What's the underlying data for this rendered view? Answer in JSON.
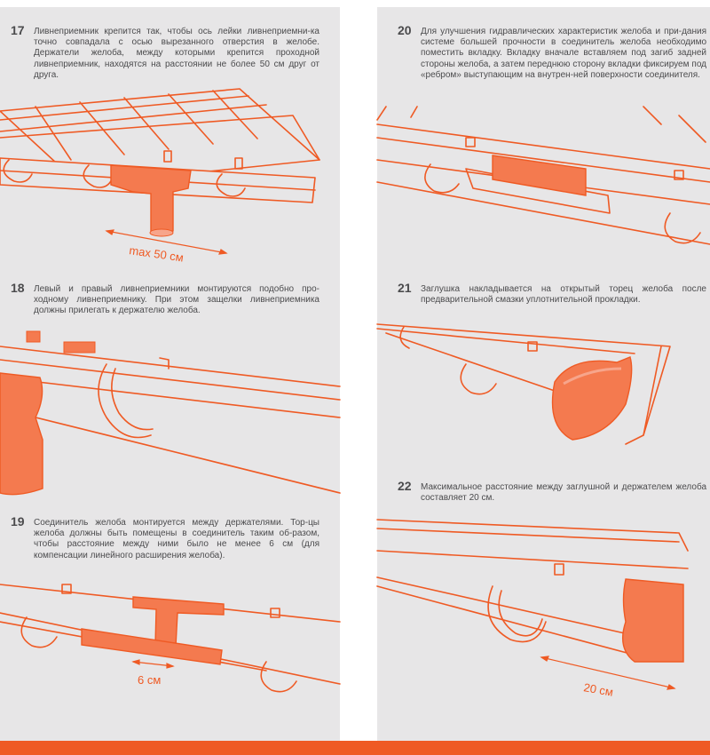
{
  "colors": {
    "accent": "#ef5a24",
    "panel_bg": "#e7e6e7",
    "text": "#4b4b4d",
    "fill_light": "#f7a58b"
  },
  "steps": [
    {
      "num": "17",
      "text": "Ливнеприемник крепится так, чтобы ось лейки ливнеприемни-ка точно совпадала с осью вырезанного отверстия в желобе. Держатели желоба, между которыми крепится проходной ливнеприемник, находятся на расстоянии не более 50 см друг от друга."
    },
    {
      "num": "18",
      "text": "Левый и правый ливнеприемники монтируются подобно про-ходному ливнеприемнику. При этом защелки ливнеприемника должны прилегать к держателю желоба."
    },
    {
      "num": "19",
      "text": "Соединитель желоба монтируется между держателями. Тор-цы желоба должны быть помещены в соединитель таким об-разом, чтобы расстояние между ними было не менее 6 см (для компенсации линейного расширения желоба)."
    },
    {
      "num": "20",
      "text": "Для улучшения гидравлических характеристик желоба и при-дания системе большей прочности в соединитель желоба необходимо поместить вкладку. Вкладку вначале вставляем под загиб задней стороны желоба, а затем переднюю сторону вкладки фиксируем под «ребром» выступающим на внутрен-ней поверхности соединителя."
    },
    {
      "num": "21",
      "text": "Заглушка накладывается на открытый торец желоба после предварительной смазки уплотнительной прокладки."
    },
    {
      "num": "22",
      "text": "Максимальное расстояние между заглушной и держателем желоба составляет 20 см."
    }
  ],
  "dimensions": {
    "max_50": "max 50 см",
    "six_cm": "6 см",
    "twenty_cm": "20 см"
  }
}
